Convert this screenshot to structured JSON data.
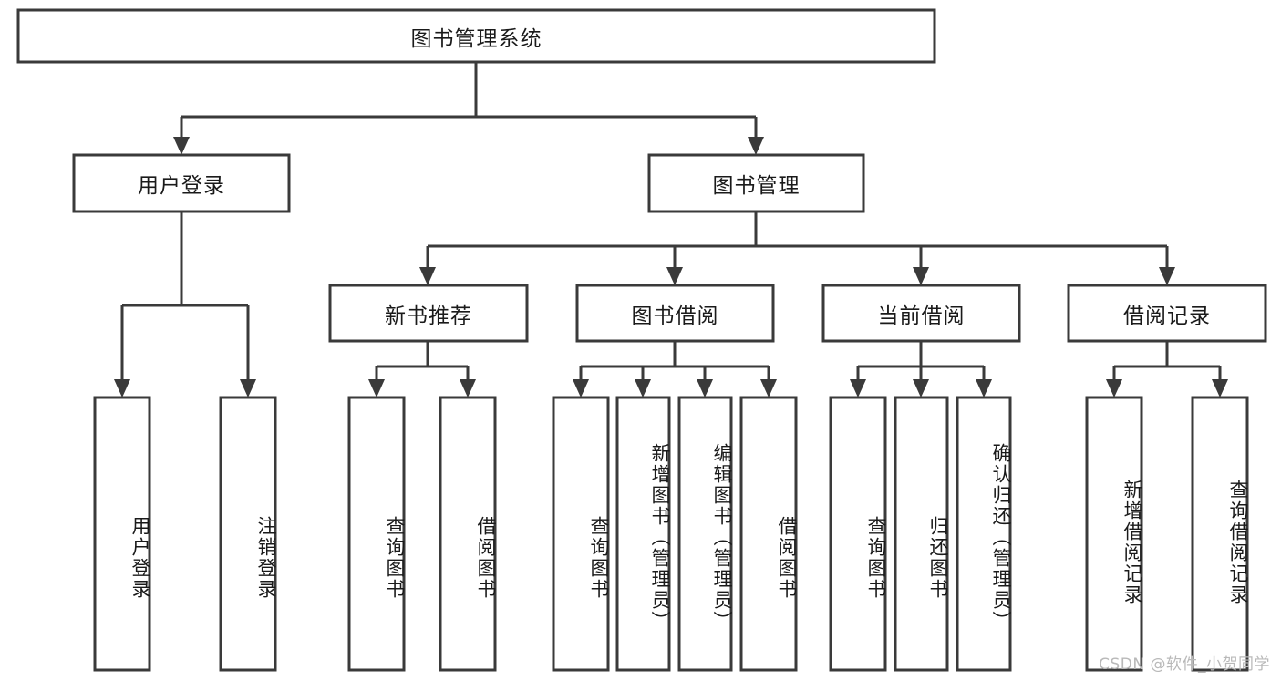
{
  "diagram": {
    "type": "tree",
    "title": "图书管理系统",
    "watermark": "CSDN @软件_小贺同学",
    "colors": {
      "stroke": "#3a3a3a",
      "fill": "#ffffff",
      "text": "#1a1a1a",
      "watermark": "#b9b9b9"
    },
    "root": {
      "label": "图书管理系统",
      "children": [
        {
          "label": "用户登录",
          "children": [
            {
              "label": "用户登录"
            },
            {
              "label": "注销登录"
            }
          ]
        },
        {
          "label": "图书管理",
          "children": [
            {
              "label": "新书推荐",
              "children": [
                {
                  "label": "查询图书"
                },
                {
                  "label": "借阅图书"
                }
              ]
            },
            {
              "label": "图书借阅",
              "children": [
                {
                  "label": "查询图书"
                },
                {
                  "label": "新增图书（管理员）"
                },
                {
                  "label": "编辑图书（管理员）"
                },
                {
                  "label": "借阅图书"
                }
              ]
            },
            {
              "label": "当前借阅",
              "children": [
                {
                  "label": "查询图书"
                },
                {
                  "label": "归还图书"
                },
                {
                  "label": "确认归还（管理员）"
                }
              ]
            },
            {
              "label": "借阅记录",
              "children": [
                {
                  "label": "新增借阅记录"
                },
                {
                  "label": "查询借阅记录"
                }
              ]
            }
          ]
        }
      ]
    },
    "nodes": {
      "root": {
        "label": "图书管理系统"
      },
      "l1": [
        {
          "label": "用户登录"
        },
        {
          "label": "图书管理"
        }
      ],
      "l2": [
        {
          "label": "新书推荐"
        },
        {
          "label": "图书借阅"
        },
        {
          "label": "当前借阅"
        },
        {
          "label": "借阅记录"
        }
      ],
      "leaves": [
        {
          "label": "用户登录"
        },
        {
          "label": "注销登录"
        },
        {
          "label": "查询图书"
        },
        {
          "label": "借阅图书"
        },
        {
          "label": "查询图书"
        },
        {
          "label": "新增图书（管理员）"
        },
        {
          "label": "编辑图书（管理员）"
        },
        {
          "label": "借阅图书"
        },
        {
          "label": "查询图书"
        },
        {
          "label": "归还图书"
        },
        {
          "label": "确认归还（管理员）"
        },
        {
          "label": "新增借阅记录"
        },
        {
          "label": "查询借阅记录"
        }
      ]
    }
  }
}
